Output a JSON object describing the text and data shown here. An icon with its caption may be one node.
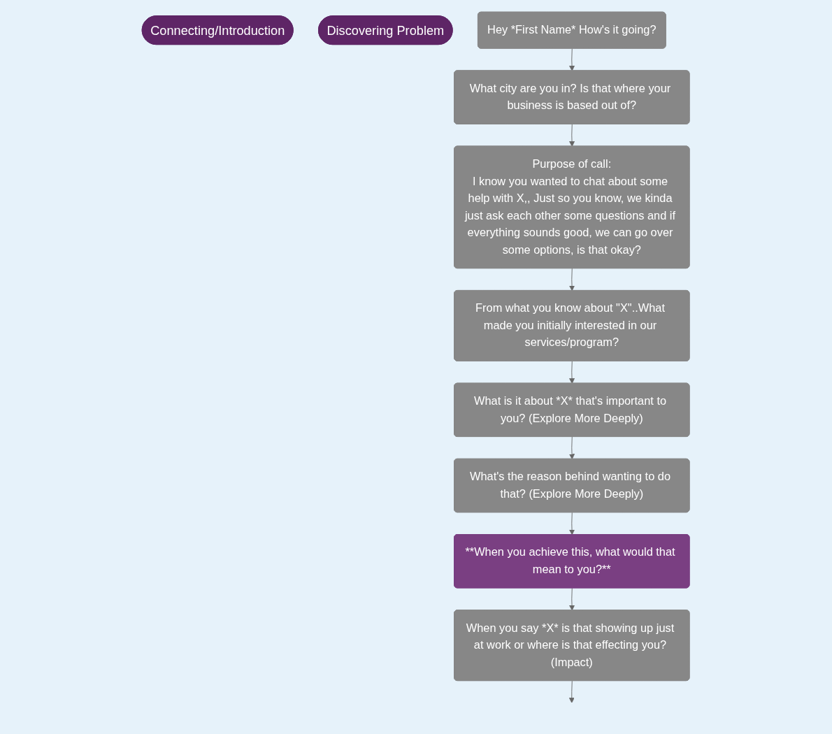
{
  "diagram": {
    "nodes": [
      {
        "text": [
          "Connecting/Introduction"
        ]
      },
      {
        "text": [
          "Discovering Problem"
        ]
      },
      {
        "text": [
          "Hey *First Name* How's it going?"
        ]
      },
      {
        "text": [
          "What city are you in? Is that where your business is based out of?"
        ]
      },
      {
        "text": [
          "Purpose of call:",
          "I know you wanted to chat about some help with X,, Just so you know, we kinda just ask each other some questions and if everything sounds good, we can go over some options, is that okay?"
        ]
      },
      {
        "text": [
          "From what you know about \"X\"..What made you initially interested in our services/program?"
        ]
      },
      {
        "text": [
          "What is it about *X* that's important to you? (Explore More Deeply)"
        ]
      },
      {
        "text": [
          "What's the reason behind wanting to do that? (Explore More Deeply)"
        ]
      },
      {
        "text": [
          "**When you achieve this, what would that mean to you?**"
        ]
      },
      {
        "text": [
          "When you say *X* is that showing up just at work or where is that effecting you? (Impact)"
        ]
      }
    ],
    "edges": [
      {
        "from": 2,
        "to": 3,
        "arrow": "to"
      },
      {
        "from": 3,
        "to": 4,
        "arrow": "to"
      },
      {
        "from": 4,
        "to": 5,
        "arrow": "to"
      },
      {
        "from": 5,
        "to": 6,
        "arrow": "to"
      },
      {
        "from": 6,
        "to": 7,
        "arrow": "to"
      },
      {
        "from": 7,
        "to": 8,
        "arrow": "to"
      },
      {
        "from": 8,
        "to": 9,
        "arrow": "to"
      },
      {
        "from": 9,
        "to": null,
        "arrow": "to"
      }
    ]
  }
}
